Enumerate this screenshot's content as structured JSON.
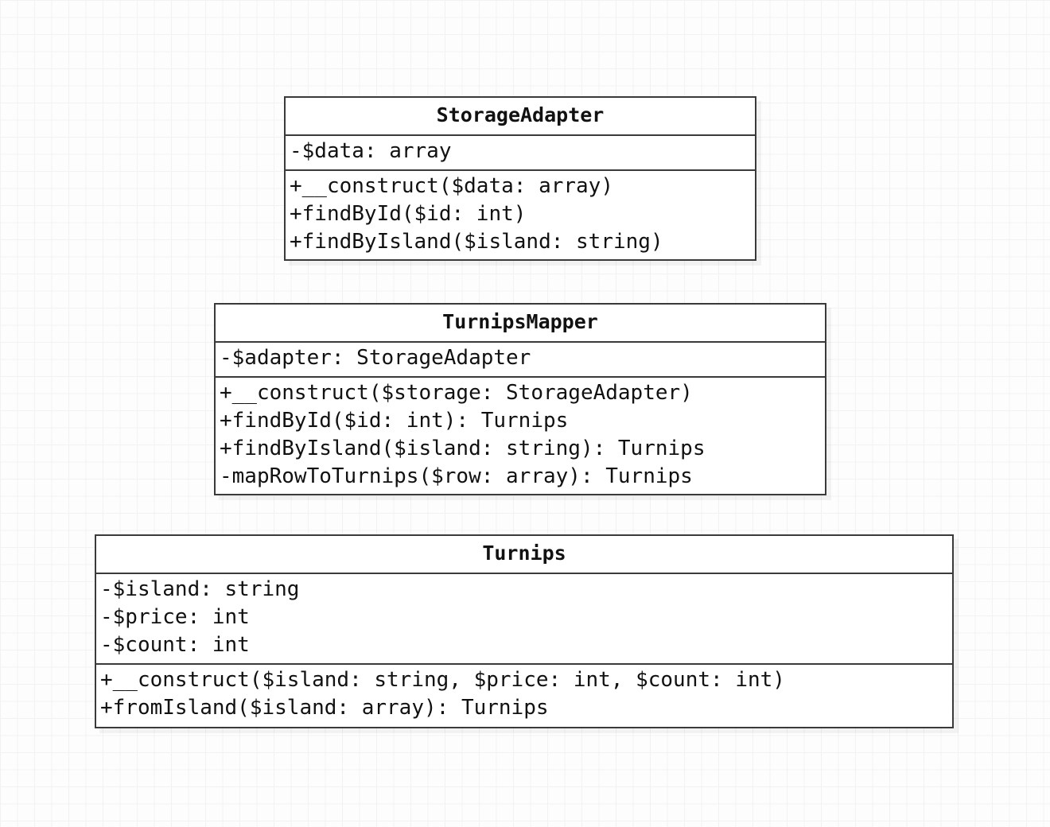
{
  "diagram": {
    "type": "uml-class-diagram",
    "background": "#fdfdfd",
    "grid_color": "#f2f2f2",
    "border_color": "#3a3a3a",
    "text_color": "#111111",
    "classes": [
      {
        "name": "StorageAdapter",
        "attributes": [
          "-$data: array"
        ],
        "methods": [
          "+__construct($data: array)",
          "+findById($id: int)",
          "+findByIsland($island: string)"
        ]
      },
      {
        "name": "TurnipsMapper",
        "attributes": [
          "-$adapter: StorageAdapter"
        ],
        "methods": [
          "+__construct($storage: StorageAdapter)",
          "+findById($id: int): Turnips",
          "+findByIsland($island: string): Turnips",
          "-mapRowToTurnips($row: array): Turnips"
        ]
      },
      {
        "name": "Turnips",
        "attributes": [
          "-$island: string",
          "-$price: int",
          "-$count: int"
        ],
        "methods": [
          "+__construct($island: string, $price: int, $count: int)",
          "+fromIsland($island: array): Turnips"
        ]
      }
    ]
  }
}
